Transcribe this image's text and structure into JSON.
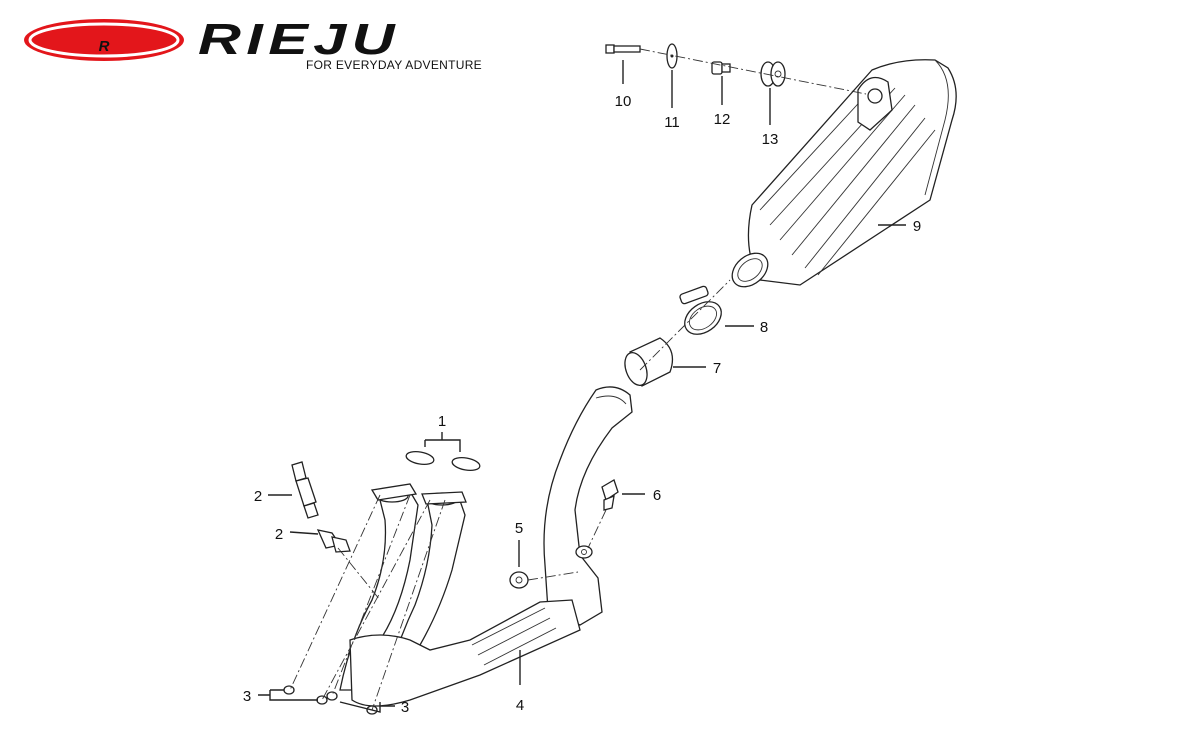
{
  "brand": {
    "name": "RIEJU",
    "tagline": "FOR EVERYDAY ADVENTURE",
    "logo_color": "#e3161b"
  },
  "callouts": [
    "1",
    "2",
    "2",
    "3",
    "3",
    "4",
    "5",
    "6",
    "7",
    "8",
    "9",
    "10",
    "11",
    "12",
    "13"
  ]
}
